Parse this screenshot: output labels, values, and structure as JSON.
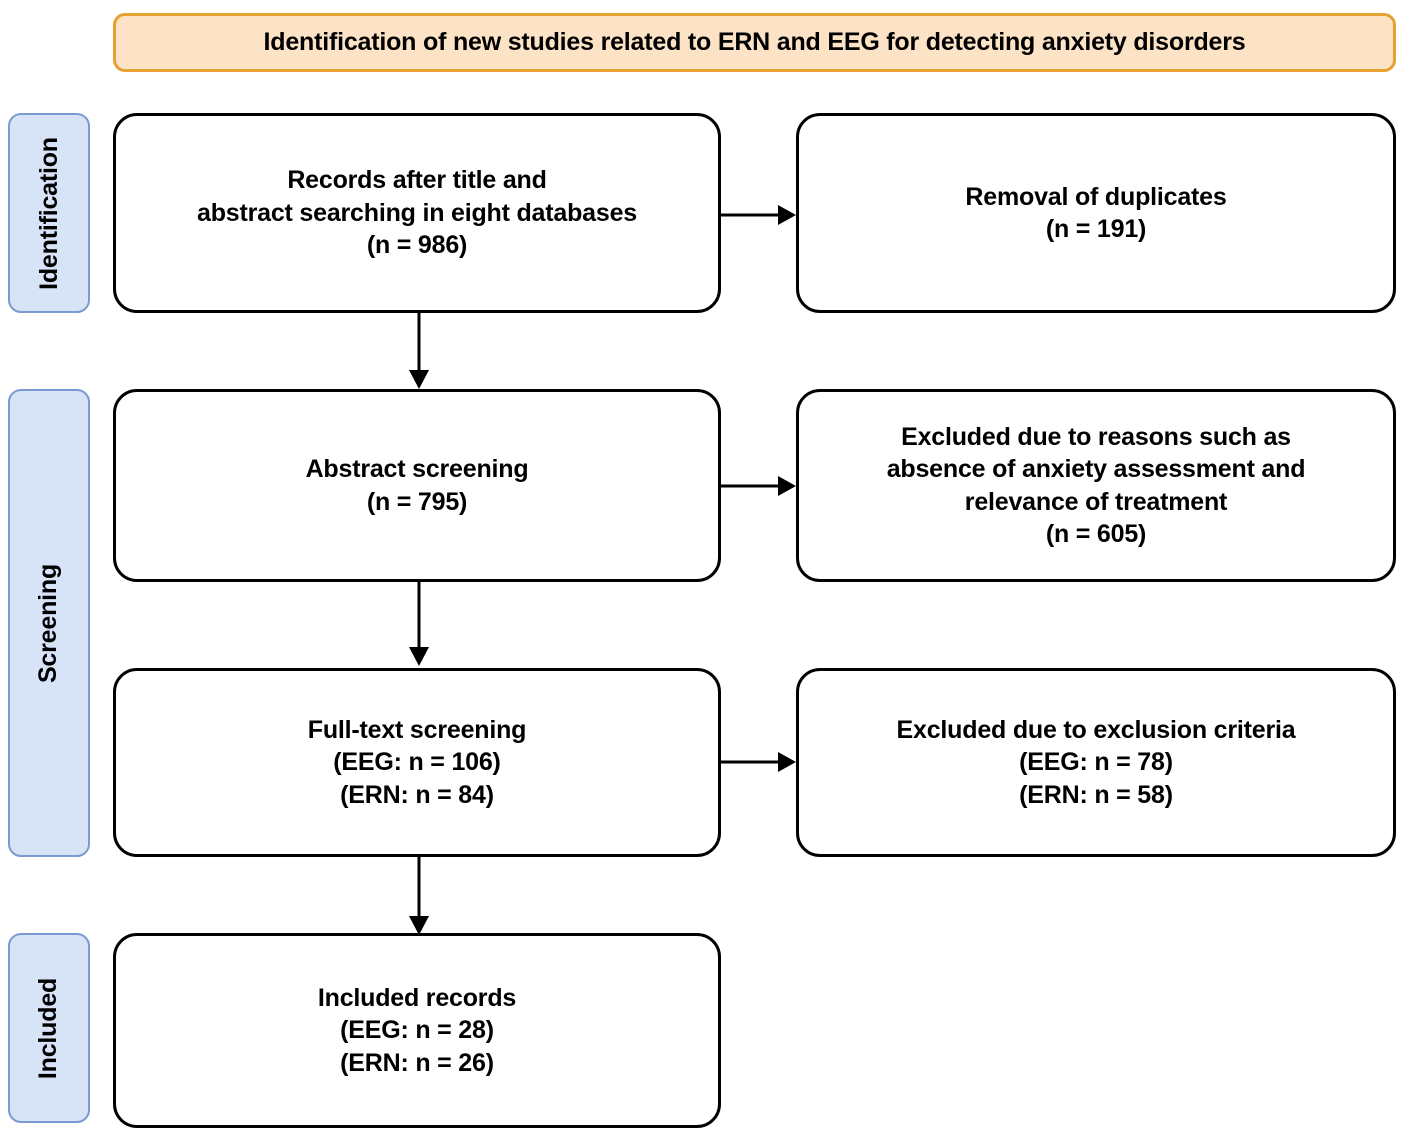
{
  "banner": {
    "text": "Identification of new studies related to ERN and EEG for detecting anxiety disorders",
    "fill": "#FCE3C6",
    "border": "#E5A233"
  },
  "stages": [
    {
      "label": "Identification",
      "fill": "#D7E4F7",
      "border": "#7B9BD0"
    },
    {
      "label": "Screening",
      "fill": "#D7E4F7",
      "border": "#7B9BD0"
    },
    {
      "label": "Included",
      "fill": "#D7E4F7",
      "border": "#7B9BD0"
    }
  ],
  "boxes": {
    "records": {
      "line1": "Records after title and",
      "line2": "abstract searching in eight databases",
      "line3": "(n = 986)"
    },
    "duplicates": {
      "line1": "Removal of duplicates",
      "line2": "(n = 191)"
    },
    "abstract_screening": {
      "line1": "Abstract screening",
      "line2": "(n = 795)"
    },
    "excluded_abstract": {
      "line1": "Excluded due to reasons such as",
      "line2": "absence of anxiety assessment and",
      "line3": "relevance of treatment",
      "line4": "(n = 605)"
    },
    "fulltext_screening": {
      "line1": "Full-text screening",
      "line2": "(EEG: n = 106)",
      "line3": "(ERN: n = 84)"
    },
    "excluded_fulltext": {
      "line1": "Excluded due to exclusion criteria",
      "line2": "(EEG: n = 78)",
      "line3": "(ERN: n = 58)"
    },
    "included_records": {
      "line1": "Included records",
      "line2": "(EEG: n = 28)",
      "line3": "(ERN: n = 26)"
    }
  },
  "flow_data": {
    "type": "prisma-flow",
    "title": "Identification of new studies related to ERN and EEG for detecting anxiety disorders",
    "counts": {
      "records_after_title_abstract_search": 986,
      "duplicates_removed": 191,
      "abstract_screening": 795,
      "excluded_abstract_screening": 605,
      "fulltext_screening_EEG": 106,
      "fulltext_screening_ERN": 84,
      "excluded_fulltext_EEG": 78,
      "excluded_fulltext_ERN": 58,
      "included_EEG": 28,
      "included_ERN": 26
    },
    "databases_searched": 8
  }
}
